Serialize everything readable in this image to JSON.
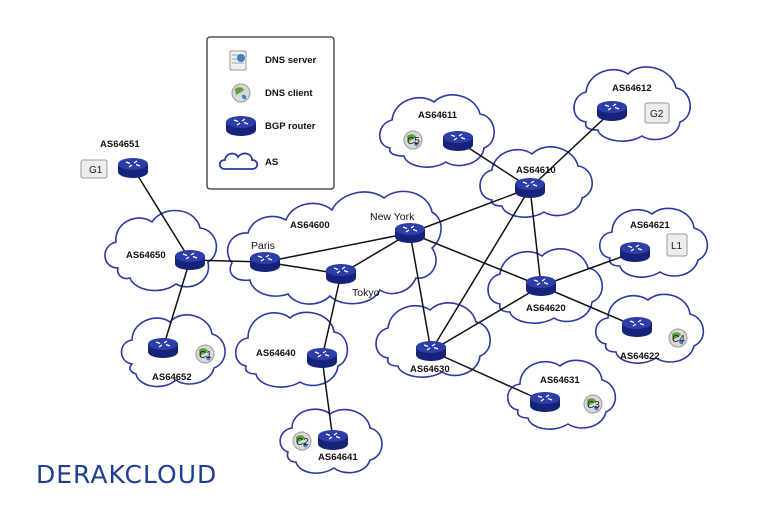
{
  "legend": {
    "dns_server": "DNS server",
    "dns_client": "DNS client",
    "bgp_router": "BGP router",
    "as": "AS"
  },
  "as_labels": {
    "as64600": "AS64600",
    "as64610": "AS64610",
    "as64611": "AS64611",
    "as64612": "AS64612",
    "as64620": "AS64620",
    "as64621": "AS64621",
    "as64622": "AS64622",
    "as64630": "AS64630",
    "as64631": "AS64631",
    "as64640": "AS64640",
    "as64641": "AS64641",
    "as64650": "AS64650",
    "as64651": "AS64651",
    "as64652": "AS64652"
  },
  "cities": {
    "paris": "Paris",
    "new_york": "New York",
    "tokyo": "Tokyo"
  },
  "hosts": {
    "g1": "G1",
    "g2": "G2",
    "c1": "C1",
    "c2": "C2",
    "c3": "C3",
    "c4": "C4",
    "c5": "C5",
    "l1": "L1"
  },
  "brand": {
    "logo_text": "DERAKCLOUD",
    "logo_color": "#1f3e93"
  },
  "colors": {
    "router": "#1a2a8c",
    "cloud_stroke": "#2b3a9e",
    "link": "#111111"
  }
}
